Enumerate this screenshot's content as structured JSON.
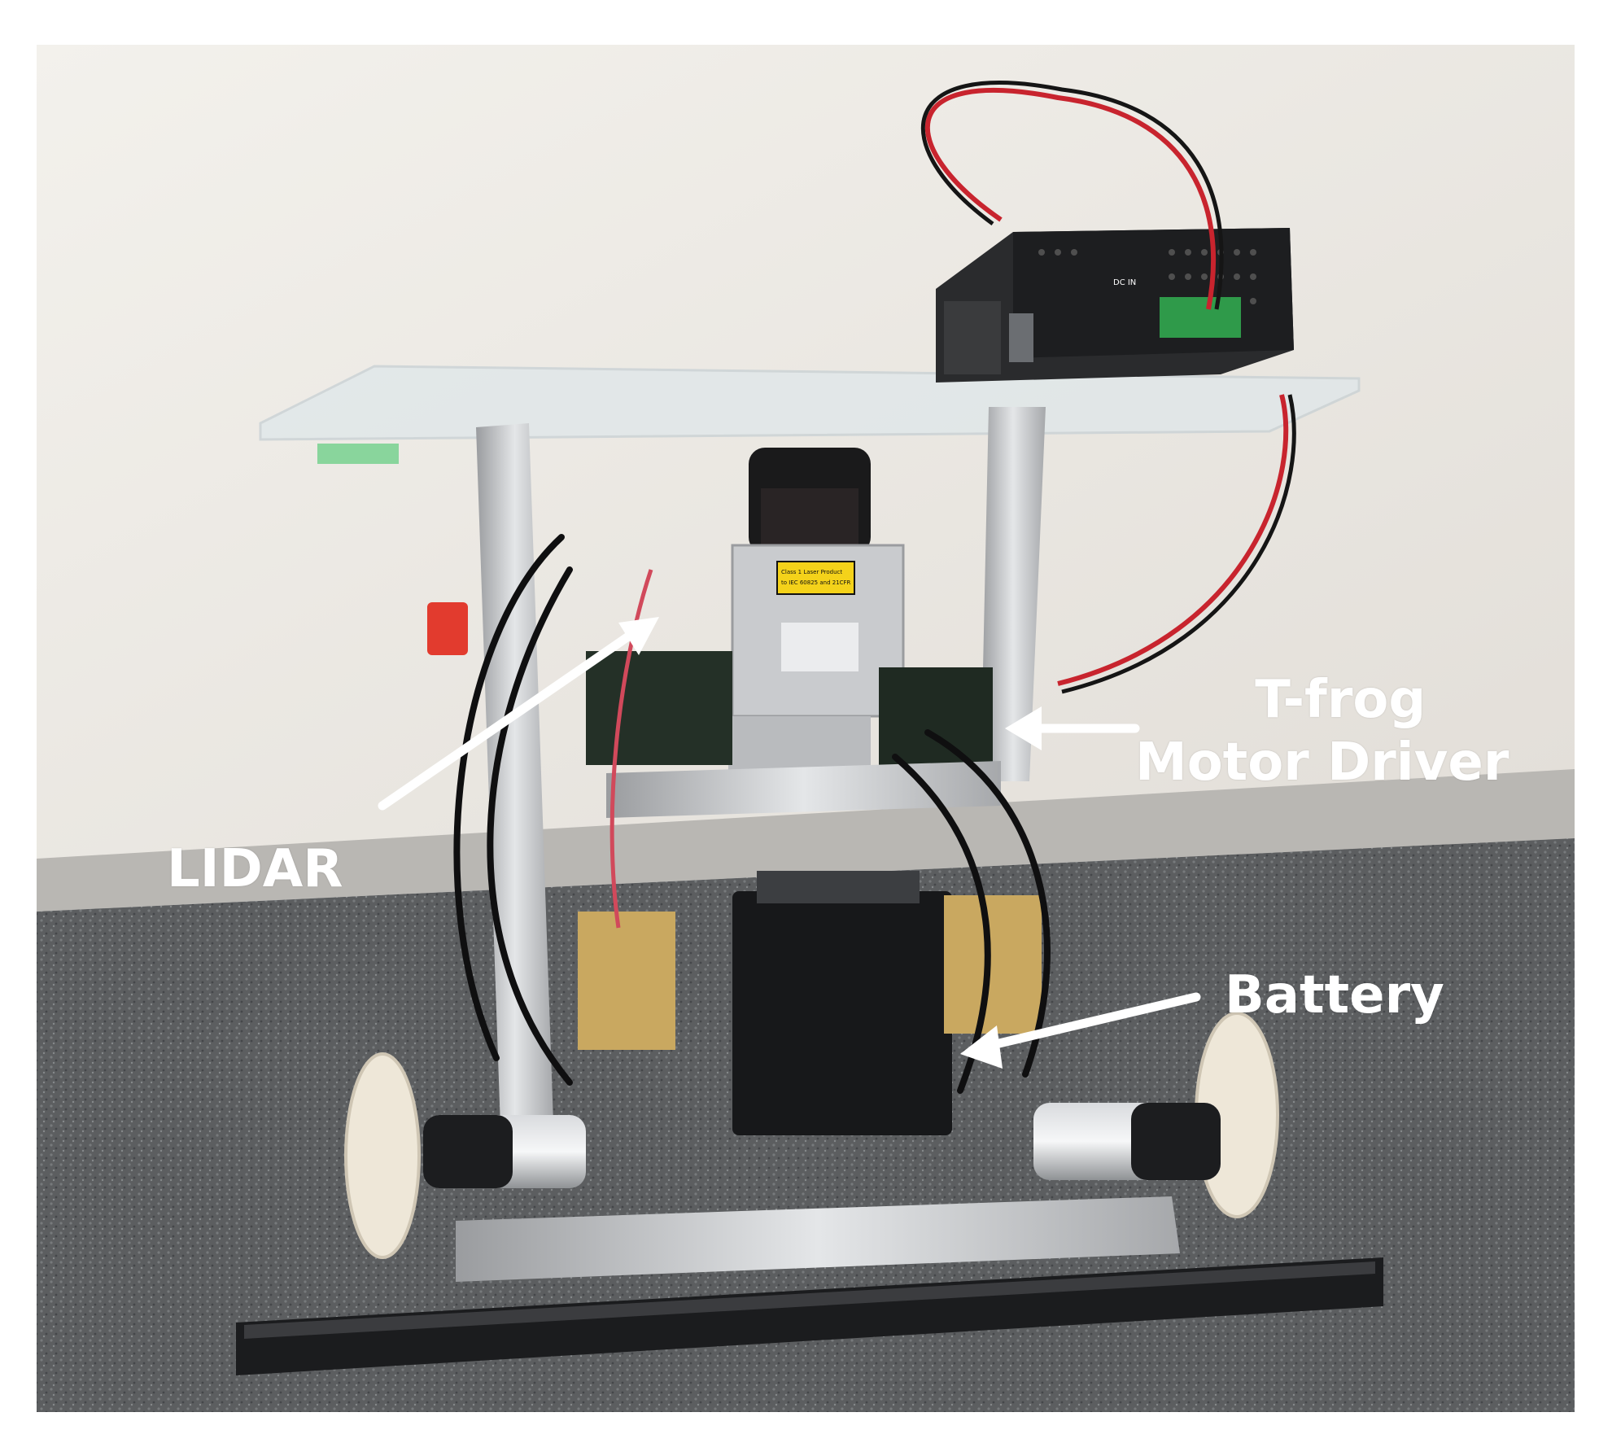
{
  "labels": {
    "lidar": "LIDAR",
    "tfrog_line1": "T-frog",
    "tfrog_line2": "Motor Driver",
    "battery": "Battery"
  },
  "device_text": {
    "dc_in": "DC IN",
    "laser_warning_line1": "Class 1 Laser Product",
    "laser_warning_line2": "to IEC 60825 and 21CFR"
  },
  "colors": {
    "wall": "#ece9e4",
    "floor": "#5f6163",
    "label_text": "#ffffff",
    "wire_red": "#c8242e",
    "terminal_green": "#2f9a4a",
    "laser_label": "#f4d21a"
  }
}
